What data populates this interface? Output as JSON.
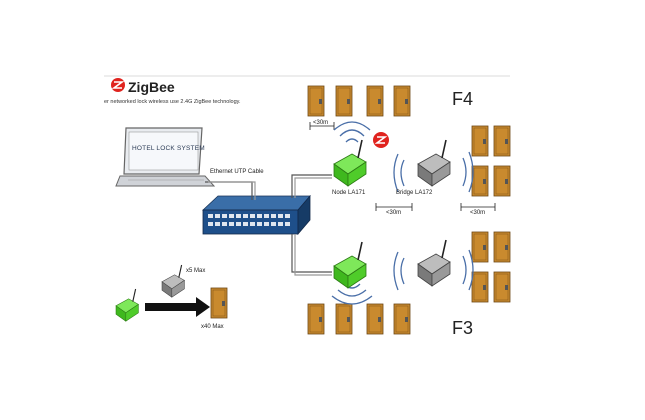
{
  "brand": "ZigBee",
  "tagline": "er networked lock wireless use 2.4G ZigBee technology.",
  "laptop_screen_text": "HOTEL LOCK SYSTEM",
  "cable_label": "Ethernet UTP Cable",
  "node_label": "Node LA171",
  "bridge_label": "Bridge LA172",
  "distance_labels": [
    "<30m",
    "<30m",
    "<30m"
  ],
  "floor_upper": "F4",
  "floor_lower": "F3",
  "legend_max_bridges": "x5 Max",
  "legend_max_locks": "x40 Max",
  "colors": {
    "node_green": "#5ad43a",
    "bridge_grey": "#8a8a8a",
    "switch_blue": "#1e4f8a",
    "door_brown": "#c98a2e",
    "zigbee_red": "#e0231e",
    "wave_blue": "#4a6fa8"
  }
}
